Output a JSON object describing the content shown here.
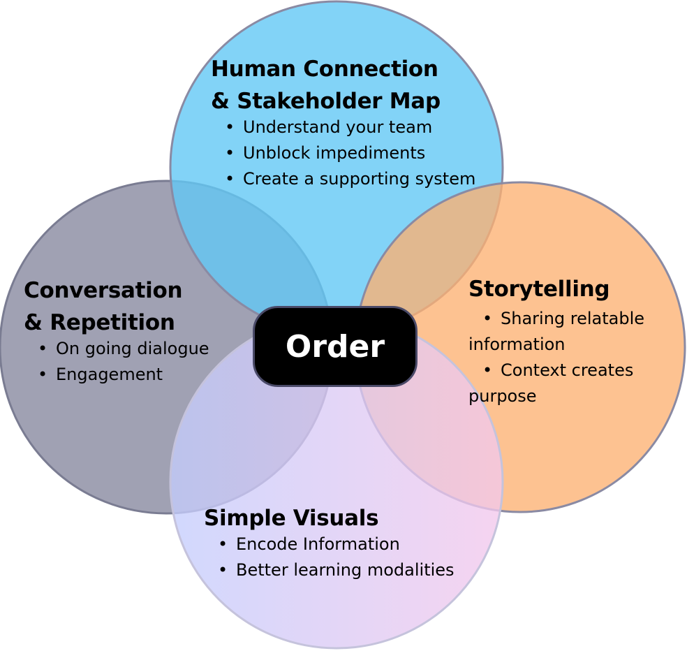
{
  "center": {
    "label": "Order"
  },
  "circles": {
    "top": {
      "title_lines": [
        "Human Connection",
        "& Stakeholder Map"
      ],
      "items": [
        "Understand your team",
        "Unblock impediments",
        "Create a supporting system"
      ],
      "color": "#63c8f5"
    },
    "left": {
      "title_lines": [
        "Conversation",
        "& Repetition"
      ],
      "items": [
        "On going dialogue",
        "Engagement"
      ],
      "color": "#80829a"
    },
    "right": {
      "title_lines": [
        "Storytelling"
      ],
      "items": [
        "Sharing relatable information",
        "Context creates purpose"
      ],
      "color": "#fdba79"
    },
    "bottom": {
      "title_lines": [
        "Simple Visuals"
      ],
      "items": [
        "Encode Information",
        "Better learning modalities"
      ],
      "gradient": [
        "#c4cdfd",
        "#f3c8ec"
      ]
    }
  }
}
